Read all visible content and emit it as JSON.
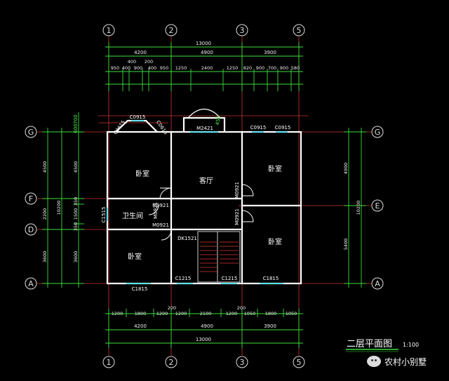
{
  "plan": {
    "title": "二层平面图",
    "scale": "1:100",
    "axes_vertical": {
      "a1": "1",
      "a2": "2",
      "a3": "3",
      "a5": "5"
    },
    "axes_horizontal": {
      "G": "G",
      "F": "F",
      "D": "D",
      "A": "A",
      "E": "E"
    },
    "dim_top_total": "13000",
    "dim_top_bays": [
      "4200",
      "4900",
      "3900"
    ],
    "dim_top_detail": [
      "950",
      "400",
      "900",
      "400",
      "950",
      "1250",
      "2400",
      "1250",
      "820",
      "900",
      "700",
      "900",
      "580"
    ],
    "dim_top_small": [
      "400",
      "200"
    ],
    "dim_bottom_detail": [
      "1200",
      "1800",
      "1200",
      "1200",
      "2100",
      "1200",
      "1050",
      "1800",
      "1050"
    ],
    "dim_bottom_small": [
      "200",
      "200"
    ],
    "dim_bottom_bays": [
      "4200",
      "4900",
      "3900"
    ],
    "dim_bottom_total": "13000",
    "dim_left_outer": [
      "4500",
      "2200",
      "3600"
    ],
    "dim_left_total": "10200",
    "dim_left_inner": [
      "4500",
      "350",
      "1500",
      "350",
      "3600"
    ],
    "dim_left_top": [
      "700",
      "600"
    ],
    "dim_right_outer": [
      "4900",
      "5400"
    ],
    "dim_right_total": "10200",
    "rooms": {
      "bedroom_nw": "卧室",
      "living": "客厅",
      "bedroom_ne": "卧室",
      "bathroom": "卫生间",
      "bedroom_sw": "卧室",
      "bedroom_se": "卧室"
    },
    "tags": {
      "c0915_top_left": "C0915",
      "c0615_a": "C0615",
      "c0615_b": "C0615",
      "m2421": "M2421",
      "r450": "450",
      "c0915_ne1": "C0915",
      "c0915_ne2": "C0915",
      "m0921_a": "M0921",
      "m0921_b": "M0921",
      "m0921_c": "M0921",
      "m0921_d": "M0921",
      "m0921_e": "M0921",
      "c1515": "C1515",
      "dk1521": "DK1521",
      "c1215_a": "C1215",
      "c1215_b": "C1215",
      "c1815_a": "C1815",
      "c1815_b": "C1815"
    }
  },
  "watermark": {
    "text": "农村小别墅",
    "icon": "wechat-icon"
  }
}
